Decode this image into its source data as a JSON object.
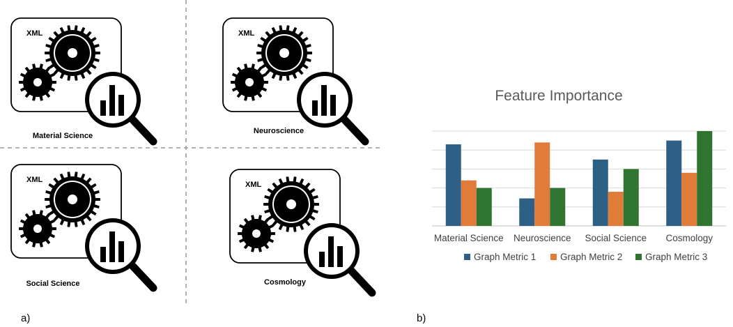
{
  "panel_a": {
    "label": "a)",
    "tiles": [
      {
        "xml": "XML",
        "caption": "Material Science"
      },
      {
        "xml": "XML",
        "caption": "Neuroscience"
      },
      {
        "xml": "XML",
        "caption": "Social Science"
      },
      {
        "xml": "XML",
        "caption": "Cosmology"
      }
    ]
  },
  "panel_b": {
    "label": "b)"
  },
  "chart_data": {
    "type": "bar",
    "title": "Feature Importance",
    "categories": [
      "Material Science",
      "Neuroscience",
      "Social Science",
      "Cosmology"
    ],
    "series": [
      {
        "name": "Graph Metric 1",
        "color": "#2E5F85",
        "values": [
          0.86,
          0.29,
          0.7,
          0.9
        ]
      },
      {
        "name": "Graph Metric 2",
        "color": "#E07B3A",
        "values": [
          0.48,
          0.88,
          0.36,
          0.56
        ]
      },
      {
        "name": "Graph Metric 3",
        "color": "#2F7430",
        "values": [
          0.4,
          0.4,
          0.6,
          1.0
        ]
      }
    ],
    "ylim": [
      0,
      1
    ],
    "grid": true,
    "y_tick_labels": false,
    "legend": "bottom"
  }
}
